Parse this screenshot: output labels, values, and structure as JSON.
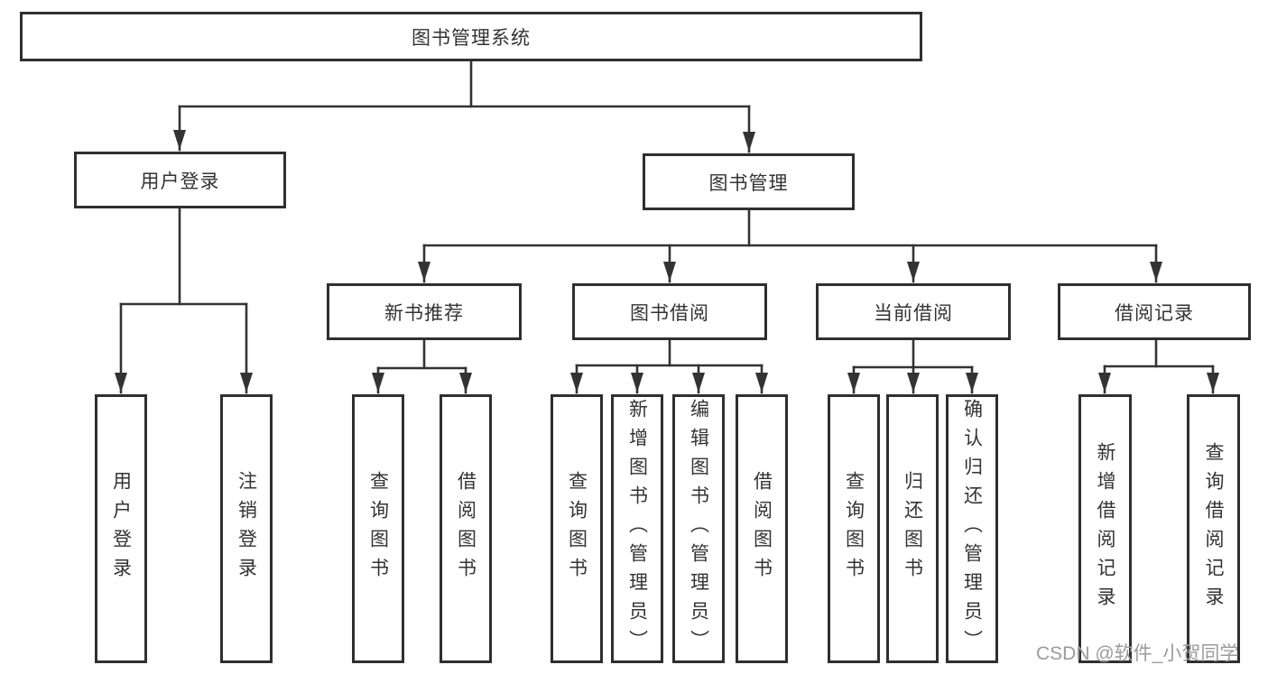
{
  "diagram": {
    "root": {
      "label": "图书管理系统"
    },
    "user_login": {
      "label": "用户登录",
      "children": [
        {
          "label": "用户登录"
        },
        {
          "label": "注销登录"
        }
      ]
    },
    "book_mgmt": {
      "label": "图书管理",
      "sections": [
        {
          "label": "新书推荐",
          "children": [
            {
              "label": "查询图书"
            },
            {
              "label": "借阅图书"
            }
          ]
        },
        {
          "label": "图书借阅",
          "children": [
            {
              "label": "查询图书"
            },
            {
              "label": "新增图书（管理员）"
            },
            {
              "label": "编辑图书（管理员）"
            },
            {
              "label": "借阅图书"
            }
          ]
        },
        {
          "label": "当前借阅",
          "children": [
            {
              "label": "查询图书"
            },
            {
              "label": "归还图书"
            },
            {
              "label": "确认归还（管理员）"
            }
          ]
        },
        {
          "label": "借阅记录",
          "children": [
            {
              "label": "新增借阅记录"
            },
            {
              "label": "查询借阅记录"
            }
          ]
        }
      ]
    },
    "watermark": "CSDN @软件_小贺同学",
    "colors": {
      "line": "#333333",
      "box_border": "#2f2f2f",
      "box_bg": "#ffffff",
      "watermark": "#9b9b9b"
    }
  }
}
